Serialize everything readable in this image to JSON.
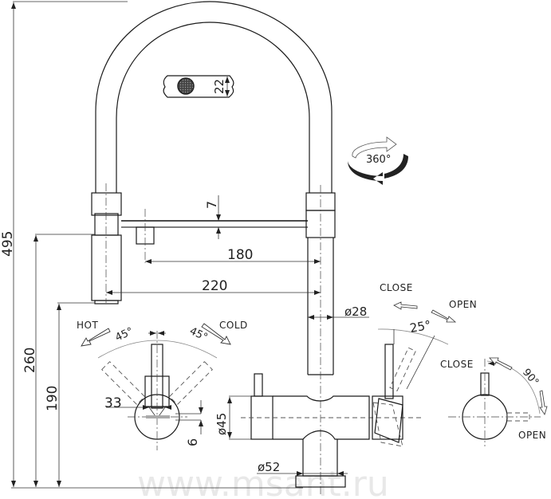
{
  "drawing": {
    "title": "Kitchen faucet with pull-out spray and filter tap - dimensional drawing",
    "units": "mm",
    "dimensions": {
      "total_height": "495",
      "spout_tip_height": "260",
      "aerator_height": "190",
      "spout_reach_inner": "180",
      "spout_reach": "220",
      "spray_bar_thickness": "7",
      "aerator_size": "22",
      "column_diameter": "ø28",
      "body_diameter": "ø45",
      "base_diameter": "ø52",
      "handle_offset": "33",
      "handle_axis_offset": "6"
    },
    "rotation": {
      "label": "360°"
    },
    "mixer_handle": {
      "hot_label": "HOT",
      "cold_label": "COLD",
      "hot_angle": "45°",
      "cold_angle": "45°"
    },
    "lever": {
      "close_label": "CLOSE",
      "open_label": "OPEN",
      "angle": "25°"
    },
    "filter_tap": {
      "close_label": "CLOSE",
      "open_label": "OPEN",
      "angle": "90°"
    },
    "watermark": "www.msant.ru"
  }
}
